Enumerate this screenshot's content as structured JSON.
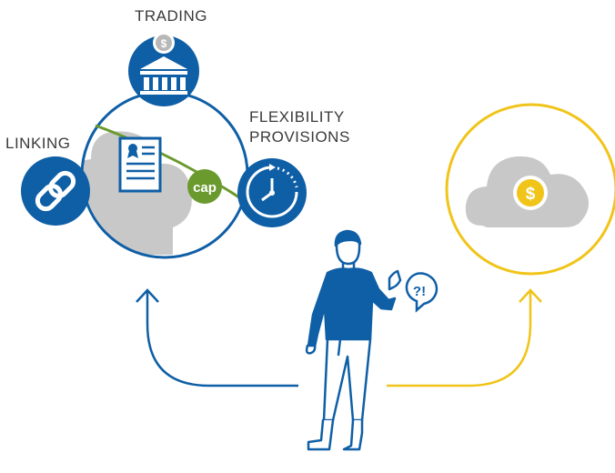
{
  "labels": {
    "trading": "TRADING",
    "linking": "LINKING",
    "flexibility_line1": "FLEXIBILITY",
    "flexibility_line2": "PROVISIONS"
  },
  "badges": {
    "cap": "cap",
    "speech": "?!",
    "coin_symbol": "$",
    "bank_coin_symbol": "$"
  },
  "colors": {
    "blue": "#0f5fa6",
    "yellow": "#f0c419",
    "green": "#6a9a2e",
    "gray_cloud": "#c8c8c8",
    "text": "#3a3a3a"
  },
  "icons": [
    "bank-icon",
    "chain-link-icon",
    "certificate-icon",
    "clock-icon",
    "cloud-icon",
    "dollar-coin-icon",
    "speech-bubble-icon",
    "person-figure"
  ]
}
